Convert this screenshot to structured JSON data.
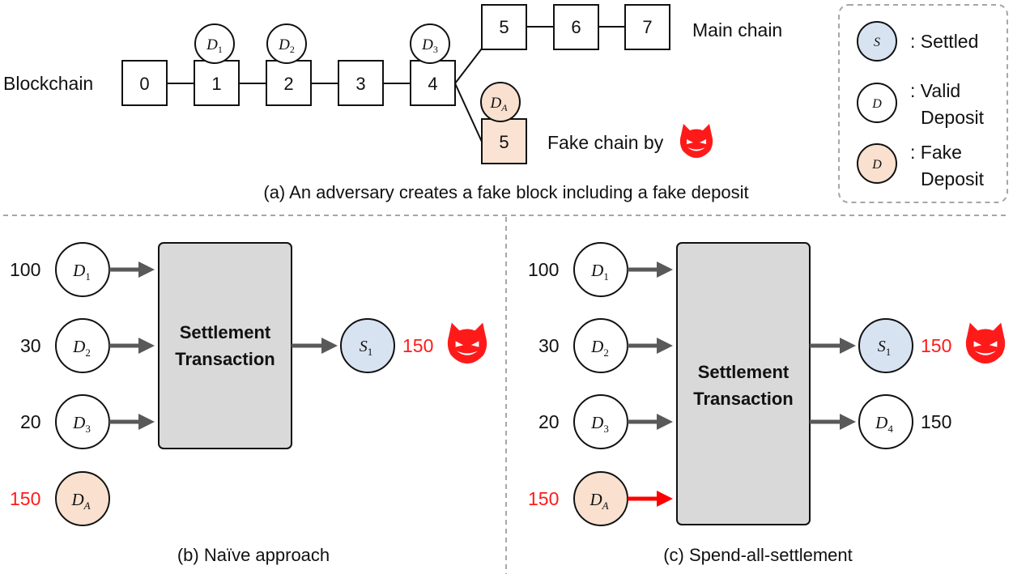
{
  "colors": {
    "settled_fill": "#d8e3f2",
    "fake_fill": "#f9e0cf",
    "tx_fill": "#d9d9d9",
    "accent_red": "#ff1a1a",
    "arrow_gray": "#595959"
  },
  "top": {
    "blockchain_label": "Blockchain",
    "blocks": [
      "0",
      "1",
      "2",
      "3",
      "4"
    ],
    "main_blocks": [
      "5",
      "6",
      "7"
    ],
    "fake_block": "5",
    "main_chain_label": "Main chain",
    "fake_chain_label": "Fake chain by",
    "deposits": [
      {
        "main": "D",
        "sub": "1"
      },
      {
        "main": "D",
        "sub": "2"
      },
      {
        "main": "D",
        "sub": "3"
      }
    ],
    "fake_deposit": {
      "main": "D",
      "sub": "A"
    },
    "adversary_icon": "devil-icon",
    "caption": "(a) An adversary creates a fake block including a fake deposit"
  },
  "legend": {
    "settled": {
      "symbol": "S",
      "label": ": Settled"
    },
    "valid": {
      "symbol": "D",
      "label_line1": ": Valid",
      "label_line2": "Deposit"
    },
    "fake": {
      "symbol": "D",
      "label_line1": ": Fake",
      "label_line2": "Deposit"
    }
  },
  "naive": {
    "inputs": [
      {
        "amount": "100",
        "main": "D",
        "sub": "1"
      },
      {
        "amount": "30",
        "main": "D",
        "sub": "2"
      },
      {
        "amount": "20",
        "main": "D",
        "sub": "3"
      },
      {
        "amount": "150",
        "main": "D",
        "sub": "A"
      }
    ],
    "tx_line1": "Settlement",
    "tx_line2": "Transaction",
    "output": {
      "main": "S",
      "sub": "1",
      "amount": "150"
    },
    "caption": "(b) Naïve approach"
  },
  "spendall": {
    "inputs": [
      {
        "amount": "100",
        "main": "D",
        "sub": "1"
      },
      {
        "amount": "30",
        "main": "D",
        "sub": "2"
      },
      {
        "amount": "20",
        "main": "D",
        "sub": "3"
      },
      {
        "amount": "150",
        "main": "D",
        "sub": "A"
      }
    ],
    "tx_line1": "Settlement",
    "tx_line2": "Transaction",
    "outputs": [
      {
        "main": "S",
        "sub": "1",
        "amount": "150"
      },
      {
        "main": "D",
        "sub": "4",
        "amount": "150"
      }
    ],
    "caption": "(c) Spend-all-settlement"
  }
}
